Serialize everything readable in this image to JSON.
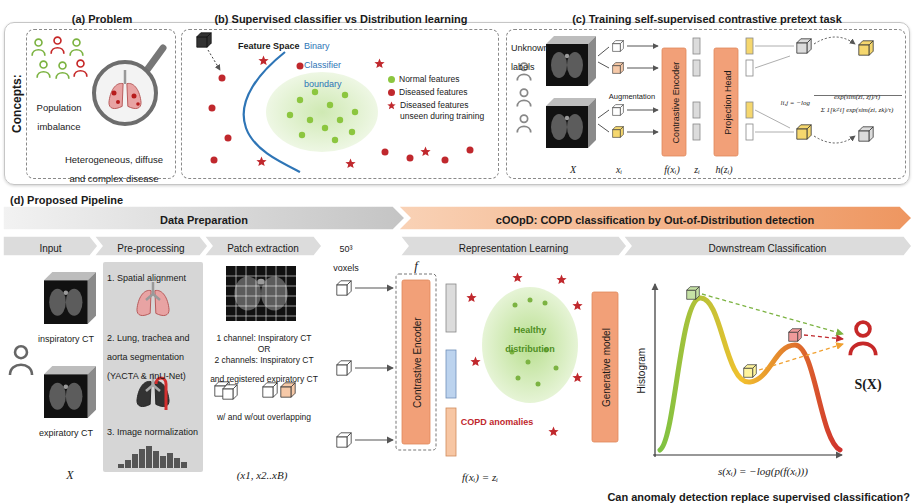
{
  "diagram": {
    "nodes": [
      {
        "text": [
          "Concepts:"
        ]
      },
      {
        "text": [
          "(a) Problem",
          "Population imbalance",
          "Heterogeneous, diffuse and complex disease"
        ],
        "in": 0
      },
      {
        "text": [
          "(b) Supervised classifier vs Distribution learning",
          "Feature Space",
          "Binary Classifier boundary"
        ],
        "in": 0
      },
      {
        "text": [
          "(c) Training self-supervised contrastive pretext task",
          "Unknown labels",
          "Augmentation"
        ],
        "in": 0
      },
      {
        "text": [
          "Contrastive Encoder"
        ],
        "in": 3
      },
      {
        "text": [
          "Projection Head"
        ],
        "in": 3
      },
      {
        "text": [
          "Data Preparation"
        ]
      },
      {
        "text": [
          "cOOpD: COPD classification by Out-of-Distribution detection"
        ]
      },
      {
        "text": [
          "Input"
        ]
      },
      {
        "text": [
          "Pre-processing"
        ]
      },
      {
        "text": [
          "Patch extraction"
        ]
      },
      {
        "text": [
          "Representation Learning"
        ]
      },
      {
        "text": [
          "Downstream Classification"
        ]
      },
      {
        "text": [
          "1. Spatial alignment",
          "2. Lung, trachea and aorta segmentation (YACTA & nnU-Net)",
          "3. Image normalization"
        ]
      },
      {
        "text": [
          "Contrastive Encoder"
        ]
      },
      {
        "text": [
          "Generative model"
        ]
      }
    ],
    "labels": [
      "X",
      "xᵢ",
      "f(xᵢ)",
      "zᵢ",
      "h(zᵢ)",
      "li,j = −log",
      "exp(sim(zi, zj)/τ)",
      "Σ 1[k≠i] exp(sim(zi, zk)/τ)",
      "(d) Proposed Pipeline",
      "inspiratory CT",
      "expiratory CT",
      "X",
      "1 channel: Inspiratory CT",
      "OR",
      "2 channels: Inspiratory CT and registered expiratory CT",
      "w/ and w/out overlapping",
      "(x1, x2..xB)",
      "50³ voxels",
      "f",
      "Healthy distribution",
      "COPD anomalies",
      "f(xᵢ) = zᵢ",
      "Histogram",
      "s(xᵢ) = −log(p(f(xᵢ)))",
      "S(X)",
      "Can anomaly detection replace supervised classification?"
    ],
    "legend": [
      {
        "text": "Normal features",
        "color": "#8cc63f"
      },
      {
        "text": "Diseased features",
        "color": "#c0282d"
      },
      {
        "text": "Diseased features unseen during training"
      }
    ]
  }
}
